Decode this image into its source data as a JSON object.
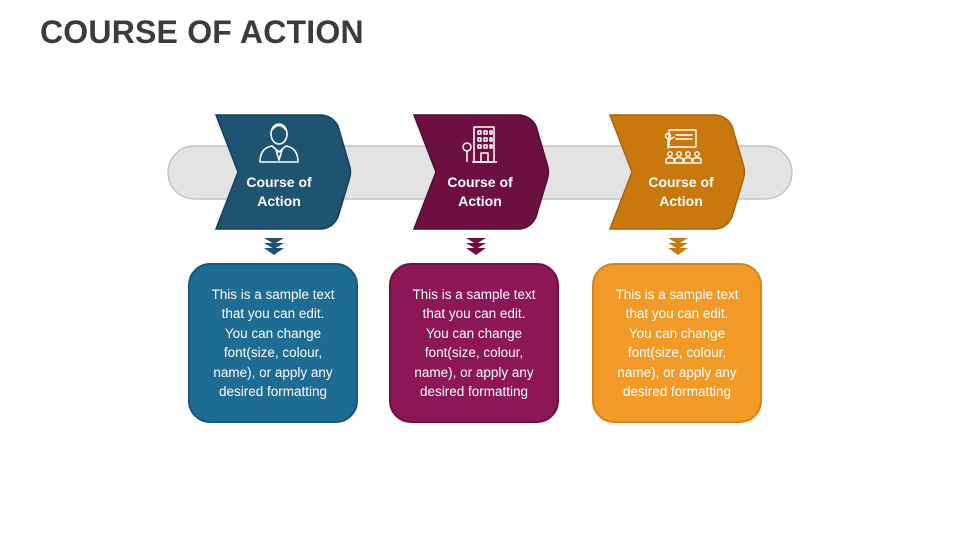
{
  "title": "COURSE OF ACTION",
  "colors": {
    "step1_dark": "#1f5372",
    "step1_card": "#1e6c93",
    "step2_dark": "#6d1041",
    "step2_card": "#8d1657",
    "step3_dark": "#c9780e",
    "step3_card": "#f19a27",
    "track": "#e2e2e2"
  },
  "steps": [
    {
      "label_line1": "Course of",
      "label_line2": "Action",
      "icon": "businessman-icon",
      "card_text": "This is a sample text\nthat you can edit.\nYou can change\nfont(size, colour,\nname), or apply any\ndesired formatting"
    },
    {
      "label_line1": "Course of",
      "label_line2": "Action",
      "icon": "office-building-icon",
      "card_text": "This is a sample text\nthat you can edit.\nYou can change\nfont(size, colour,\nname), or apply any\ndesired formatting"
    },
    {
      "label_line1": "Course of",
      "label_line2": "Action",
      "icon": "presentation-audience-icon",
      "card_text": "This is a sample text\nthat you can edit.\nYou can change\nfont(size, colour,\nname), or apply any\ndesired formatting"
    }
  ]
}
